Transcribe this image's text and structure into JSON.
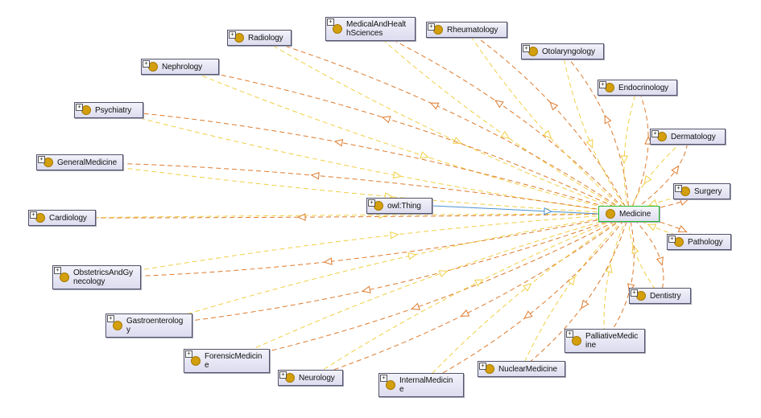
{
  "graph": {
    "center": {
      "id": "medicine",
      "label": "Medicine"
    },
    "root": {
      "id": "owl-thing",
      "label": "owl:Thing"
    },
    "nodes": [
      {
        "id": "medical-and-health-sciences",
        "label": "MedicalAndHealt\nhSciences"
      },
      {
        "id": "radiology",
        "label": "Radiology"
      },
      {
        "id": "rheumatology",
        "label": "Rheumatology"
      },
      {
        "id": "otolaryngology",
        "label": "Otolaryngology"
      },
      {
        "id": "nephrology",
        "label": "Nephrology"
      },
      {
        "id": "endocrinology",
        "label": "Endocrinology"
      },
      {
        "id": "psychiatry",
        "label": "Psychiatry"
      },
      {
        "id": "dermatology",
        "label": "Dermatology"
      },
      {
        "id": "general-medicine",
        "label": "GeneralMedicine"
      },
      {
        "id": "surgery",
        "label": "Surgery"
      },
      {
        "id": "cardiology",
        "label": "Cardiology"
      },
      {
        "id": "pathology",
        "label": "Pathology"
      },
      {
        "id": "obstetrics-and-gynecology",
        "label": "ObstetricsAndGy\nnecology"
      },
      {
        "id": "dentistry",
        "label": "Dentistry"
      },
      {
        "id": "gastroenterology",
        "label": "Gastroenterolog\ny"
      },
      {
        "id": "palliative-medicine",
        "label": "PalliativeMedic\nine"
      },
      {
        "id": "forensic-medicine",
        "label": "ForensicMedicin\ne"
      },
      {
        "id": "nuclear-medicine",
        "label": "NuclearMedicine"
      },
      {
        "id": "neurology",
        "label": "Neurology"
      },
      {
        "id": "internal-medicine",
        "label": "InternalMedicin\ne"
      }
    ],
    "colors": {
      "subclass_edge": "#4a90d0",
      "incoming_edge": "#de7a2c",
      "outgoing_edge": "#f0cf45",
      "individual_dot": "#d39f0d",
      "selected_border": "#22c02a"
    },
    "expander_glyph": "+"
  }
}
